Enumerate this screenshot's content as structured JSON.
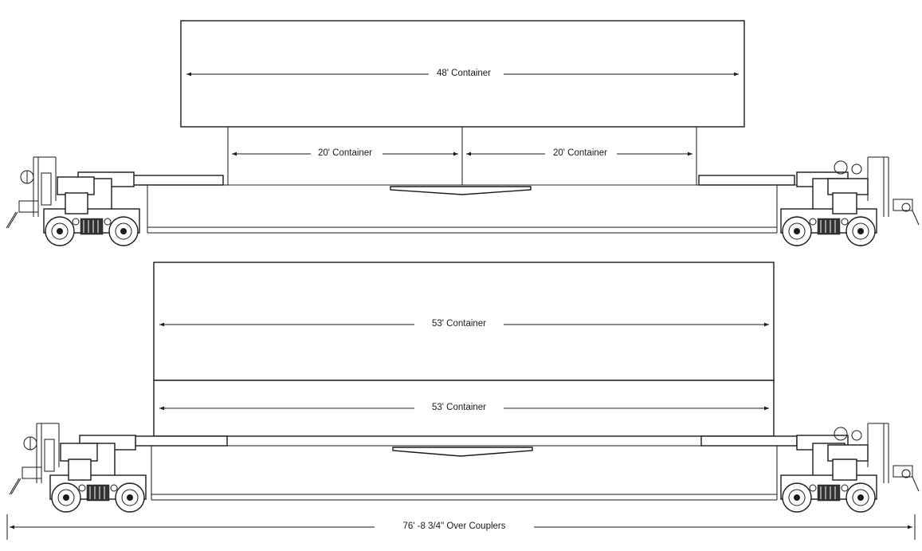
{
  "top_car": {
    "upper_container_label": "48' Container",
    "lower_left_container_label": "20' Container",
    "lower_right_container_label": "20' Container"
  },
  "bottom_car": {
    "upper_container_label": "53' Container",
    "lower_container_label": "53' Container"
  },
  "overall_length_label": "76' -8 3/4\" Over Couplers"
}
